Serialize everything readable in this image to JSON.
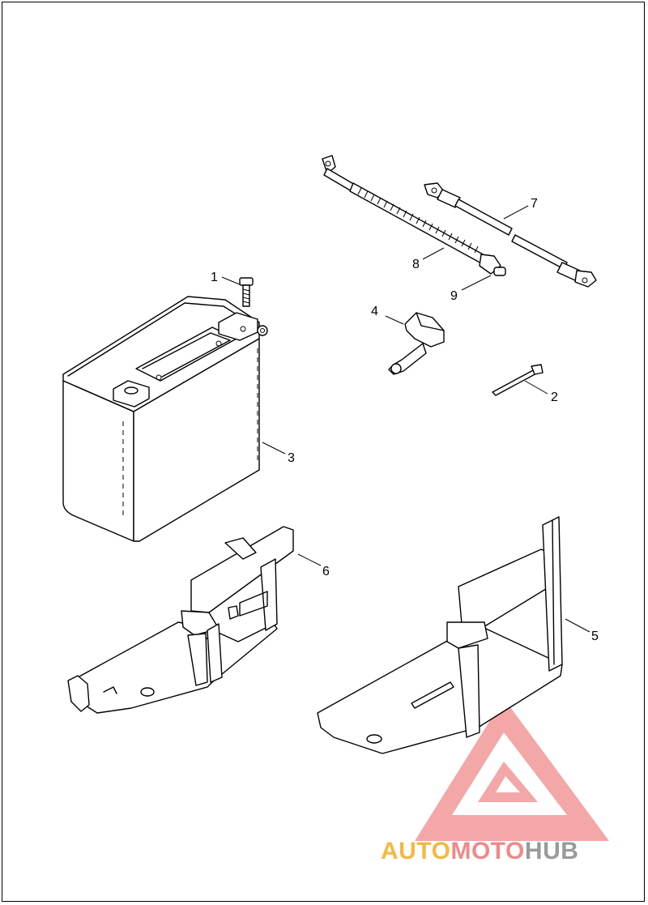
{
  "diagram": {
    "callouts": {
      "c1": "1",
      "c2": "2",
      "c3": "3",
      "c4": "4",
      "c5": "5",
      "c6": "6",
      "c7": "7",
      "c8": "8",
      "c9": "9"
    }
  },
  "watermark": {
    "part1": "AUTO",
    "part2": "MOTO",
    "part3": "HUB",
    "colors": {
      "auto": "#f3b944",
      "moto": "#ee8a8a",
      "hub": "#9a9a9a",
      "logo": "#f08a8a"
    }
  }
}
